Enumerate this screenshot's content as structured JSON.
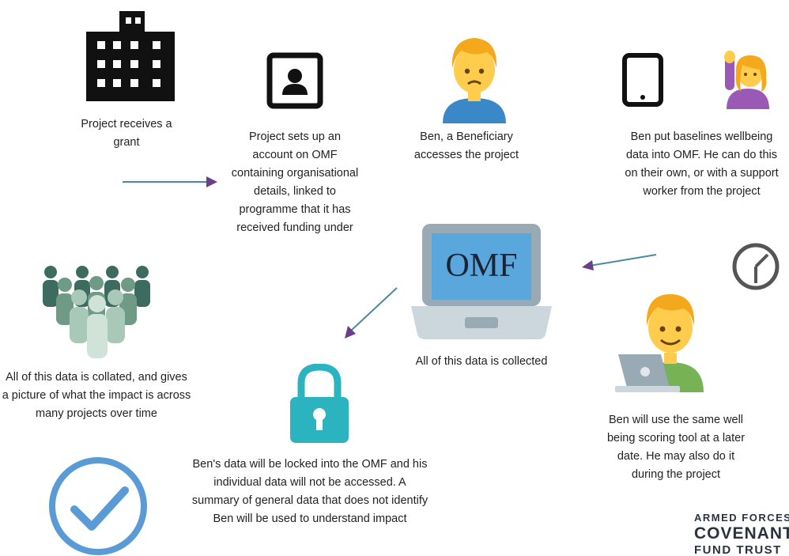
{
  "steps": {
    "grant": "Project receives a grant",
    "account": "Project sets up an account on OMF containing organisational details, linked to programme that it has received funding under",
    "beneficiary": "Ben, a Beneficiary accesses the project",
    "baseline": "Ben put baselines wellbeing data into OMF. He can do this on their own, or with a support worker from the project",
    "collected": "All of this data is collected",
    "later": "Ben will use the same well being scoring tool at a later date.  He may also do it during the project",
    "locked": "Ben's data will be locked into the OMF and his individual data will not be accessed. A summary of general data that does not identify Ben will be used to understand impact",
    "collated": "All of this data is collated, and gives a picture of what the impact is across many projects over time"
  },
  "laptop_screen_text": "OMF",
  "brand": {
    "line1": "ARMED FORCES",
    "line2": "COVENANT",
    "line3": "FUND TRUST"
  },
  "colors": {
    "arrow": "#4a8a9a",
    "lock": "#2bb3c0",
    "check": "#5b9bd5",
    "people": [
      "#3e6b5f",
      "#6f9a86",
      "#a9c9b8",
      "#cfe3d8"
    ],
    "screen": "#5aa7de",
    "hair": "#f4a81c",
    "skin": "#ffcc4d",
    "shirt_blue": "#3a88c8",
    "shirt_green": "#77b255",
    "shirt_purple": "#9b59b6"
  },
  "icons": [
    "building-icon",
    "contact-card-icon",
    "person-icon",
    "tablet-icon",
    "raising-hand-icon",
    "laptop-icon",
    "clock-icon",
    "group-icon",
    "lock-icon",
    "person-laptop-icon",
    "checkmark-icon"
  ]
}
